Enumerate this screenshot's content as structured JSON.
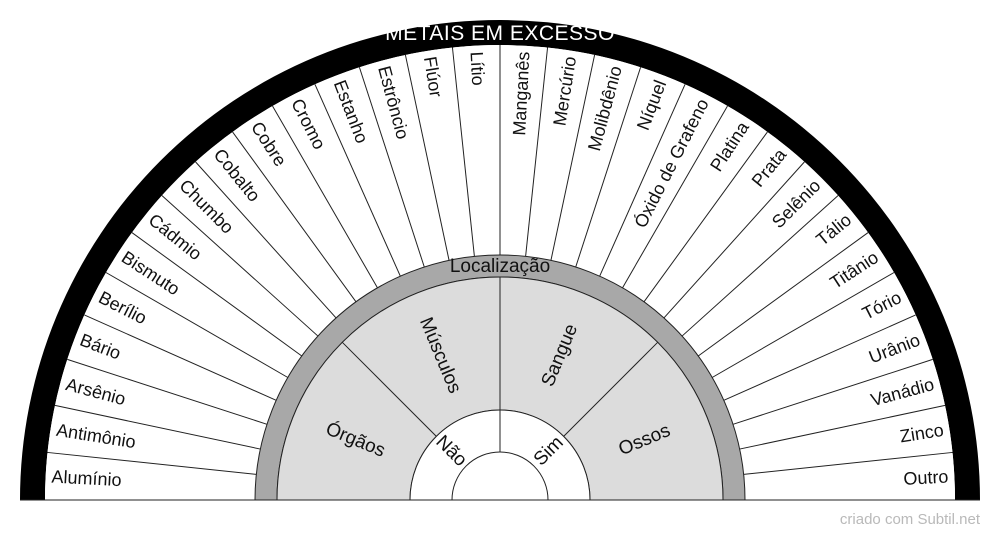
{
  "chart": {
    "title": "METAIS EM EXCESSO",
    "middle_label": "Localização",
    "outer_items": [
      "Alumínio",
      "Antimônio",
      "Arsênio",
      "Bário",
      "Berílio",
      "Bismuto",
      "Cádmio",
      "Chumbo",
      "Cobalto",
      "Cobre",
      "Cromo",
      "Estanho",
      "Estrôncio",
      "Flúor",
      "Lítio",
      "Manganês",
      "Mercúrio",
      "Molibdênio",
      "Níquel",
      "Óxido de Grafeno",
      "Platina",
      "Prata",
      "Selênio",
      "Tálio",
      "Titânio",
      "Tório",
      "Urânio",
      "Vanádio",
      "Zinco",
      "Outro"
    ],
    "location_items": [
      "Órgãos",
      "Músculos",
      "Sangue",
      "Ossos"
    ],
    "inner_items": [
      "Não",
      "Sim"
    ]
  },
  "colors": {
    "outer_band": "#000000",
    "middle_band": "#a8a8a8",
    "location_fill": "#dcdcdc",
    "slice_fill": "#ffffff",
    "line": "#222222"
  },
  "credit": "criado com Subtil.net"
}
